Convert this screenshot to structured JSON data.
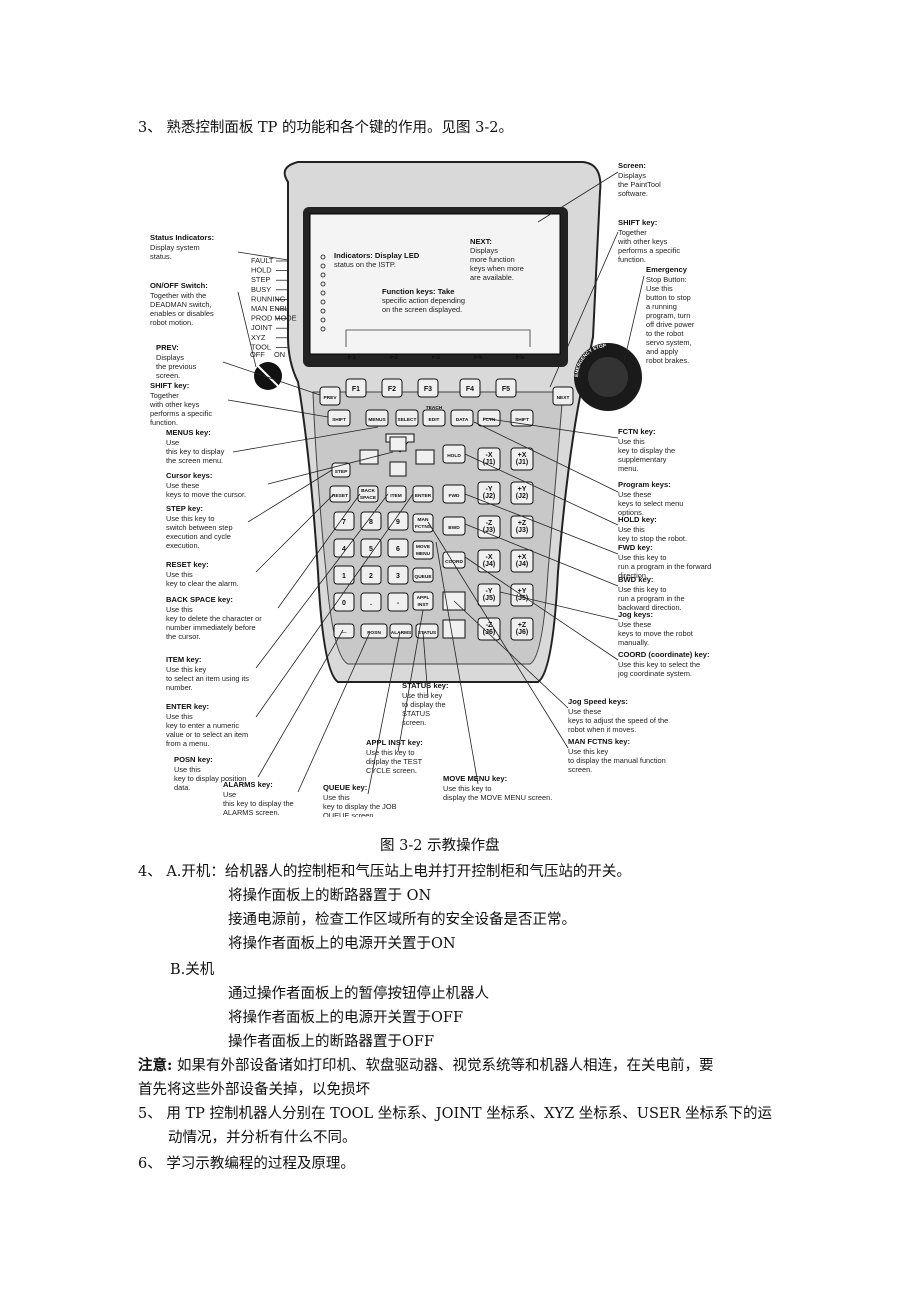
{
  "intro": "3、 熟悉控制面板 TP 的功能和各个键的作用。见图 3-2。",
  "figure": {
    "caption": "图 3-2   示教操作盘",
    "screen": {
      "fkeys": [
        "F1",
        "F2",
        "F3",
        "F4",
        "F5"
      ],
      "indicators_text": [
        "Indicators: Display LED",
        "status on the ISTP."
      ],
      "next_text": [
        "NEXT:",
        "Displays",
        "more function",
        "keys when more",
        "are available."
      ],
      "function_text": [
        "Function keys: Take",
        "specific action depending",
        "on the screen displayed."
      ]
    },
    "status_list": [
      "FAULT",
      "HOLD",
      "STEP",
      "BUSY",
      "RUNNING",
      "MAN ENBL",
      "PROD MODE",
      "JOINT",
      "XYZ",
      "TOOL"
    ],
    "switch_labels": [
      "OFF",
      "ON"
    ],
    "estop_ring_text": "EMERGENCY STOP",
    "keys": {
      "fkeys": [
        "F1",
        "F2",
        "F3",
        "F4",
        "F5"
      ],
      "prev": "PREV",
      "next": "NEXT",
      "teach": "TEACH",
      "row2": [
        "SHIFT",
        "MENUS",
        "SELECT",
        "EDIT",
        "DATA",
        "FCTN",
        "SHIFT"
      ],
      "step": "STEP",
      "reset": "RESET",
      "backspace": [
        "BACK",
        "SPACE"
      ],
      "item": "ITEM",
      "enter": "ENTER",
      "hold": "HOLD",
      "fwd": "FWD",
      "bwd": "BWD",
      "coord": "COORD",
      "numpad": [
        "7",
        "8",
        "9",
        "4",
        "5",
        "6",
        "1",
        "2",
        "3",
        "0",
        ".",
        "-"
      ],
      "man_fctns": [
        "MAN",
        "FCTNS"
      ],
      "move_menu": [
        "MOVE",
        "MENU"
      ],
      "queue": "QUEUE",
      "appl_inst": [
        "APPL",
        "INST"
      ],
      "posn": "POSN",
      "alarms": "ALARMS",
      "status": "STATUS",
      "jog": [
        [
          "-X",
          "(J1)"
        ],
        [
          "+X",
          "(J1)"
        ],
        [
          "-Y",
          "(J2)"
        ],
        [
          "+Y",
          "(J2)"
        ],
        [
          "-Z",
          "(J3)"
        ],
        [
          "+Z",
          "(J3)"
        ],
        [
          "-X",
          "(J4)"
        ],
        [
          "+X",
          "(J4)"
        ],
        [
          "-Y",
          "(J5)"
        ],
        [
          "+Y",
          "(J5)"
        ],
        [
          "-Z",
          "(J6)"
        ],
        [
          "+Z",
          "(J6)"
        ]
      ]
    },
    "callouts_left": [
      {
        "title": "Status Indicators:",
        "text": [
          "Display system",
          "status."
        ]
      },
      {
        "title": "ON/OFF Switch:",
        "text": [
          "Together with the",
          "DEADMAN switch,",
          "enables or disables",
          "robot motion."
        ]
      },
      {
        "title": "PREV:",
        "text": [
          "Displays",
          "the previous",
          "screen."
        ]
      },
      {
        "title": "SHIFT key:",
        "text": [
          "Together",
          "with other keys",
          "performs a specific",
          "function."
        ]
      },
      {
        "title": "MENUS key:",
        "text": [
          "Use",
          "this key to display",
          "the screen menu."
        ]
      },
      {
        "title": "Cursor keys:",
        "text": [
          "Use these",
          "keys to move the cursor."
        ]
      },
      {
        "title": "STEP key:",
        "text": [
          "Use this key to",
          "switch between step",
          "execution and cycle",
          "execution."
        ]
      },
      {
        "title": "RESET key:",
        "text": [
          "Use this",
          "key to clear the alarm."
        ]
      },
      {
        "title": "BACK SPACE key:",
        "text": [
          "Use this",
          "key to delete the character or",
          "number immediately before",
          "the cursor."
        ]
      },
      {
        "title": "ITEM key:",
        "text": [
          "Use this key",
          "to select an item using its",
          "number."
        ]
      },
      {
        "title": "ENTER key:",
        "text": [
          "Use this",
          "key to enter a numeric",
          "value or to select an item",
          "from a menu."
        ]
      },
      {
        "title": "POSN key:",
        "text": [
          "Use this",
          "key to display position",
          "data."
        ]
      },
      {
        "title": "ALARMS key:",
        "text": [
          "Use",
          "this key to display the",
          "ALARMS screen."
        ]
      },
      {
        "title": "QUEUE key:",
        "text": [
          "Use this",
          "key to display the JOB",
          "QUEUE screen."
        ]
      },
      {
        "title": "STATUS key:",
        "text": [
          "Use this key",
          "to display the",
          "STATUS",
          "screen."
        ]
      },
      {
        "title": "APPL INST key:",
        "text": [
          "Use this key to",
          "display the TEST",
          "CYCLE screen."
        ]
      },
      {
        "title": "MOVE MENU key:",
        "text": [
          "Use this key to",
          "display the MOVE MENU screen."
        ]
      }
    ],
    "callouts_right": [
      {
        "title": "Screen:",
        "text": [
          "Displays",
          "the PaintTool",
          "software."
        ]
      },
      {
        "title": "SHIFT key:",
        "text": [
          "Together",
          "with other keys",
          "performs a specific",
          "function."
        ]
      },
      {
        "title": "Emergency",
        "text": [
          "Stop Button:",
          "Use this",
          "button to stop",
          "a running",
          "program, turn",
          "off drive power",
          "to the robot",
          "servo system,",
          "and apply",
          "robot brakes."
        ]
      },
      {
        "title": "FCTN key:",
        "text": [
          "Use this",
          "key to display the",
          "supplementary",
          "menu."
        ]
      },
      {
        "title": "Program keys:",
        "text": [
          "Use these",
          "keys to select menu",
          "options."
        ]
      },
      {
        "title": "HOLD key:",
        "text": [
          "Use this",
          "key to stop the robot."
        ]
      },
      {
        "title": "FWD key:",
        "text": [
          "Use this key to",
          "run a program in the forward",
          "direction."
        ]
      },
      {
        "title": "BWD key:",
        "text": [
          "Use this key to",
          "run a program in the",
          "backward direction."
        ]
      },
      {
        "title": "Jog keys:",
        "text": [
          "Use these",
          "keys to move the robot",
          "manually."
        ]
      },
      {
        "title": "COORD (coordinate) key:",
        "text": [
          "Use this key to select the",
          "jog coordinate system."
        ]
      },
      {
        "title": "Jog Speed keys:",
        "text": [
          "Use these",
          "keys to adjust the speed of the",
          "robot when it moves."
        ]
      },
      {
        "title": "MAN FCTNS key:",
        "text": [
          "Use this key",
          "to display the manual function",
          "screen."
        ]
      }
    ]
  },
  "section4": {
    "a": "4、 A.开机：给机器人的控制柜和气压站上电并打开控制柜和气压站的开关。",
    "a_steps": [
      "将操作面板上的断路器置于 ON",
      "接通电源前，检查工作区域所有的安全设备是否正常。",
      "将操作者面板上的电源开关置于ON"
    ],
    "b": "B.关机",
    "b_steps": [
      "通过操作者面板上的暂停按钮停止机器人",
      "将操作者面板上的电源开关置于OFF",
      "操作者面板上的断路器置于OFF"
    ]
  },
  "note": {
    "label": "注意:",
    "line1": " 如果有外部设备诸如打印机、软盘驱动器、视觉系统等和机器人相连，在关电前，要",
    "line2": "首先将这些外部设备关掉，以免损坏"
  },
  "item5": {
    "line1": "5、 用 TP 控制机器人分别在 TOOL 坐标系、JOINT 坐标系、XYZ 坐标系、USER 坐标系下的运",
    "line2": "动情况，并分析有什么不同。"
  },
  "item6": "6、 学习示教编程的过程及原理。"
}
